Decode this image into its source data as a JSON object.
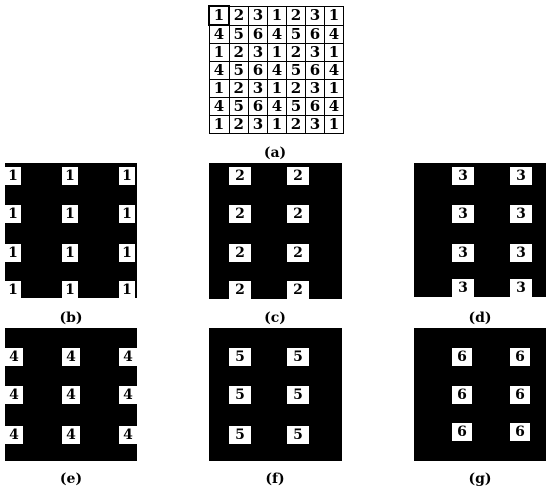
{
  "grid_a": [
    [
      "1",
      "2",
      "3",
      "1",
      "2",
      "3",
      "1"
    ],
    [
      "4",
      "5",
      "6",
      "4",
      "5",
      "6",
      "4"
    ],
    [
      "1",
      "2",
      "3",
      "1",
      "2",
      "3",
      "1"
    ],
    [
      "4",
      "5",
      "6",
      "4",
      "5",
      "6",
      "4"
    ],
    [
      "1",
      "2",
      "3",
      "1",
      "2",
      "3",
      "1"
    ],
    [
      "4",
      "5",
      "6",
      "4",
      "5",
      "6",
      "4"
    ],
    [
      "1",
      "2",
      "3",
      "1",
      "2",
      "3",
      "1"
    ]
  ],
  "labels": {
    "a": "(a)",
    "b": "(b)",
    "c": "(c)",
    "d": "(d)",
    "e": "(e)",
    "f": "(f)",
    "g": "(g)"
  },
  "panels": [
    {
      "id": "b",
      "digit": "1",
      "count": 12
    },
    {
      "id": "c",
      "digit": "2",
      "count": 8
    },
    {
      "id": "d",
      "digit": "3",
      "count": 8
    },
    {
      "id": "e",
      "digit": "4",
      "count": 9
    },
    {
      "id": "f",
      "digit": "5",
      "count": 6
    },
    {
      "id": "g",
      "digit": "6",
      "count": 6
    }
  ]
}
